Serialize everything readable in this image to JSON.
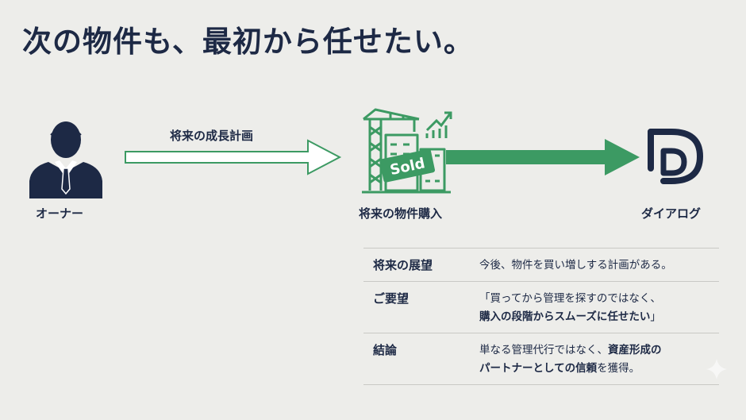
{
  "title": "次の物件も、最初から任せたい。",
  "flow": {
    "owner_label": "オーナー",
    "plan_label": "将来の成長計画",
    "building_label": "将来の物件購入",
    "sold_text": "Sold",
    "dialog_label": "ダイアログ"
  },
  "icons": {
    "owner": "businessman-icon",
    "building": "construction-building-sold-icon",
    "growth": "growth-chart-icon",
    "logo": "dialog-logo-icon"
  },
  "colors": {
    "background": "#ededea",
    "navy": "#1d2945",
    "green": "#3c9a63",
    "line": "#c9c9c5"
  },
  "table": {
    "rows": [
      {
        "key": "将来の展望",
        "lines": [
          [
            {
              "text": "今後、物件を買い増しする計画がある。",
              "bold": false
            }
          ]
        ]
      },
      {
        "key": "ご要望",
        "lines": [
          [
            {
              "text": "「買ってから管理を探すのではなく、",
              "bold": false
            }
          ],
          [
            {
              "text": "購入の段階からスムーズに任せたい",
              "bold": true
            },
            {
              "text": "」",
              "bold": false
            }
          ]
        ]
      },
      {
        "key": "結論",
        "lines": [
          [
            {
              "text": "単なる管理代行ではなく、",
              "bold": false
            },
            {
              "text": "資産形成の",
              "bold": true
            }
          ],
          [
            {
              "text": "パートナーとしての信頼",
              "bold": true
            },
            {
              "text": "を獲得。",
              "bold": false
            }
          ]
        ]
      }
    ]
  }
}
